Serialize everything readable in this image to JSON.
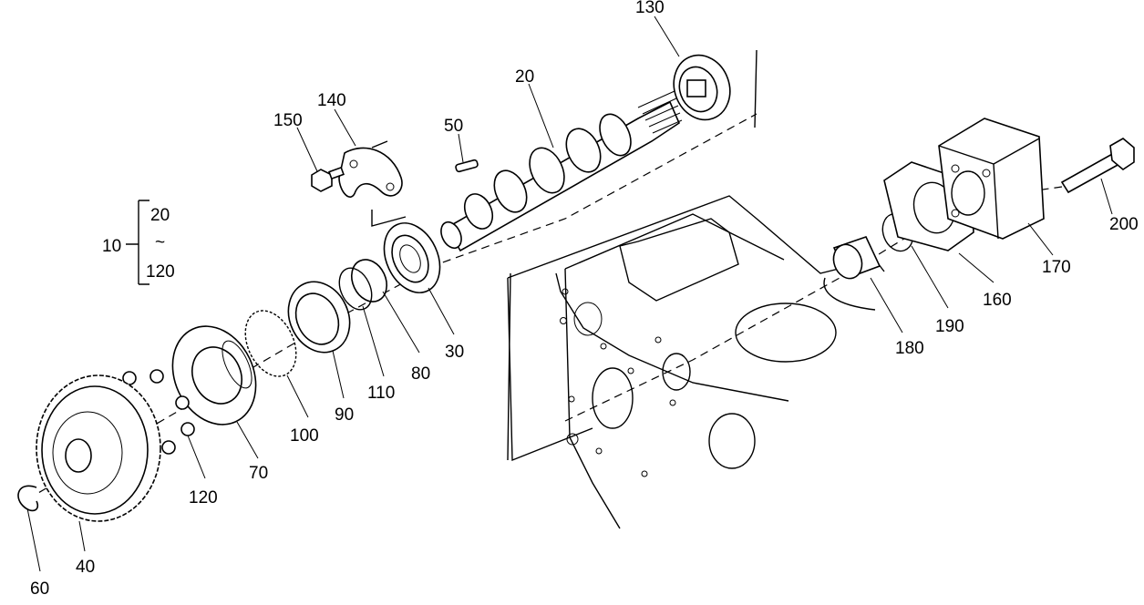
{
  "labels": {
    "p10": "10",
    "p20a": "20",
    "p20b": "20",
    "tilde": "~",
    "p30": "30",
    "p40": "40",
    "p50": "50",
    "p60": "60",
    "p70": "70",
    "p80": "80",
    "p90": "90",
    "p100": "100",
    "p110": "110",
    "p120a": "120",
    "p120b": "120",
    "p130": "130",
    "p140": "140",
    "p150": "150",
    "p160": "160",
    "p170": "170",
    "p180": "180",
    "p190": "190",
    "p200": "200"
  }
}
